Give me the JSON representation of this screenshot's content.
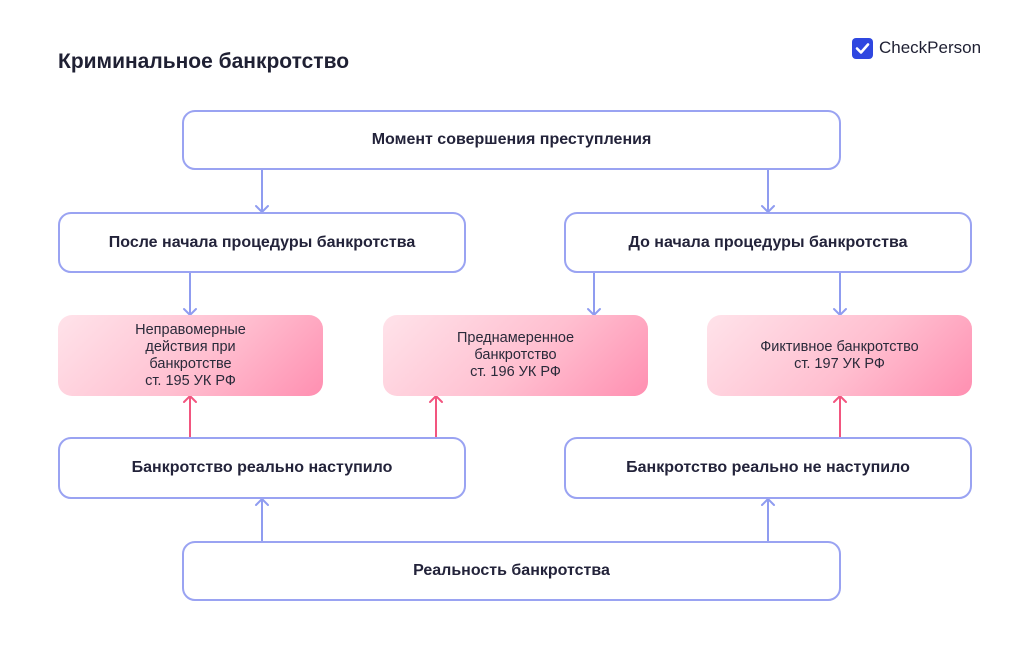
{
  "title": "Криминальное банкротство",
  "logo": {
    "text": "CheckPerson",
    "icon": "checkmark-icon",
    "color": "#2f47e0"
  },
  "nodes": {
    "moment": "Момент совершения преступления",
    "after_start": "После начала процедуры банкротства",
    "before_start": "До начала процедуры банкротства",
    "art195": "Неправомерные\nдействия при\nбанкротстве\nст. 195 УК РФ",
    "art196": "Преднамеренное\nбанкротство\nст. 196 УК РФ",
    "art197": "Фиктивное банкротство\nст. 197 УК РФ",
    "occurred": "Банкротство реально наступило",
    "not_occurred": "Банкротство реально не наступило",
    "reality": "Реальность банкротства"
  },
  "colors": {
    "box_border": "#9aa3f2",
    "arrow_blue": "#8f9cf0",
    "arrow_pink": "#f2557f"
  }
}
